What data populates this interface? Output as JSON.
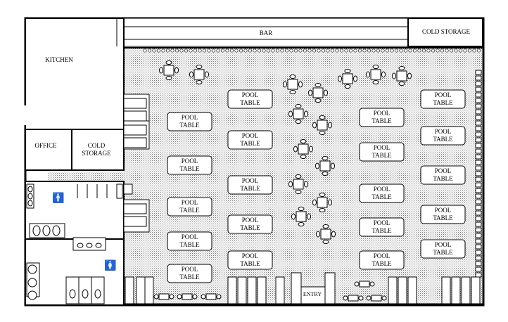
{
  "rooms": {
    "kitchen": "KITCHEN",
    "office": "OFFICE",
    "cold_storage_left": "COLD\nSTORAGE",
    "cold_storage_top": "COLD STORAGE",
    "bar": "BAR",
    "entry": "ENTRY"
  },
  "pool_table_label": "POOL\nTABLE",
  "restroom_icons": {
    "mens": "man-icon",
    "womens": "woman-icon"
  },
  "colors": {
    "floor_hatch": "#8a8a8a",
    "wall": "#000000",
    "table_fill": "#ffffff"
  }
}
